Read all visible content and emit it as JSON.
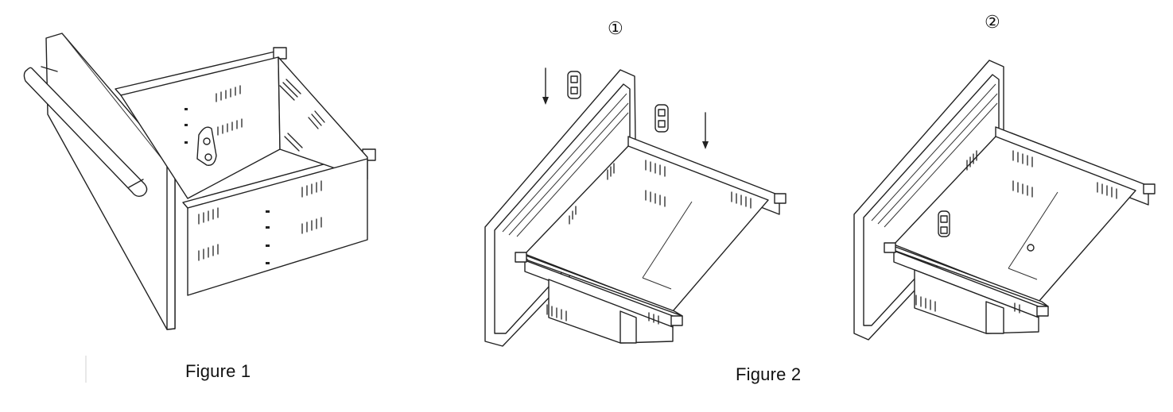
{
  "figures": [
    {
      "caption": "Figure 1"
    },
    {
      "caption": "Figure 2",
      "steps": [
        "①",
        "②"
      ]
    }
  ]
}
